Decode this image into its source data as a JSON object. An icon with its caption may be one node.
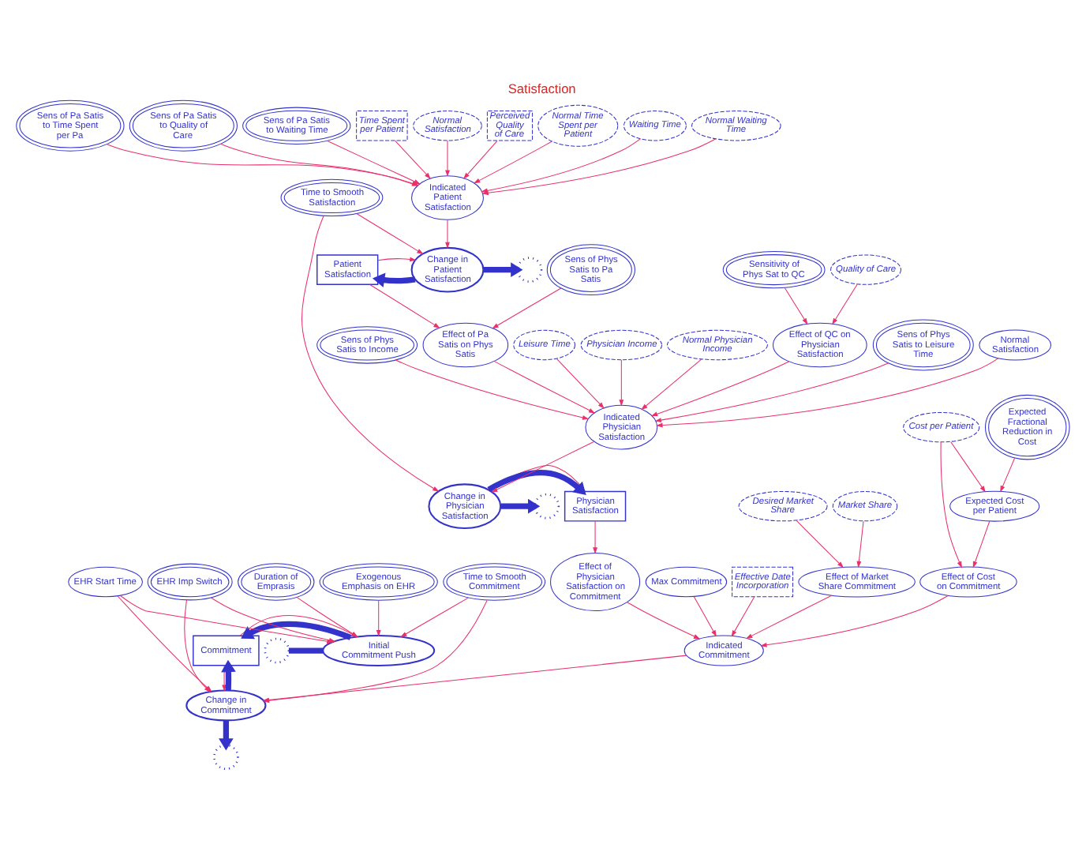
{
  "diagram": {
    "title": "Satisfaction",
    "nodes": [
      {
        "text": [
          "Patient Satisfaction"
        ]
      },
      {
        "text": [
          "Change in Patient Satisfaction"
        ]
      },
      {
        "text": [],
        "shape": "cloud"
      },
      {
        "text": [
          "Sens of Pa Satis to Time Spent per Pa"
        ]
      },
      {
        "text": [
          "Market Share"
        ]
      },
      {
        "text": [
          "Desired Market Share"
        ]
      },
      {
        "text": [
          "Sens of Pa Satis to Quality of Care"
        ]
      },
      {
        "text": [
          "Sens of Pa Satis to Waiting Time"
        ]
      },
      {
        "text": [
          "Time Spent per Patient"
        ]
      },
      {
        "text": [
          "Effect of Market Share Commitment"
        ]
      },
      {
        "text": [
          "Duration of Emprasis"
        ]
      },
      {
        "text": [
          "Time to Smooth Satisfaction"
        ]
      },
      {
        "text": [
          "Indicated Patient Satisfaction"
        ]
      },
      {
        "text": [
          "Normal Satisfaction"
        ]
      },
      {
        "text": [
          "Exogenous Emphasis on EHR"
        ]
      },
      {
        "text": [
          "Perceived Quality of Care"
        ]
      },
      {
        "text": [
          "Normal Time Spent per Patient"
        ]
      },
      {
        "text": [
          "Waiting Time"
        ]
      },
      {
        "text": [
          "Normal Waiting Time"
        ]
      },
      {
        "text": [
          "Max Commitment"
        ]
      },
      {
        "text": [
          "Commitment"
        ]
      },
      {
        "text": [
          "Initial Commitment Push"
        ]
      },
      {
        "text": [],
        "shape": "cloud"
      },
      {
        "text": [
          "Effective Date Incorporation"
        ]
      },
      {
        "text": [
          "Indicated Commitment"
        ]
      },
      {
        "text": [
          "Physician Satisfaction"
        ]
      },
      {
        "text": [
          "Change in Physician Satisfaction"
        ]
      },
      {
        "text": [],
        "shape": "cloud"
      },
      {
        "text": [
          "Effect of Pa Satis on Phys Satis"
        ]
      },
      {
        "text": [
          "Effect of Physician Satisfaction on Commitment"
        ]
      },
      {
        "text": [
          "Change in Commitment"
        ]
      },
      {
        "text": [
          "Time to Smooth Commitment"
        ]
      },
      {
        "text": [
          "EHR Start Time"
        ]
      },
      {
        "text": [],
        "shape": "cloud"
      },
      {
        "text": [
          "Sens of Phys Satis to Leisure Time"
        ]
      },
      {
        "text": [
          "Normal Satisfaction"
        ]
      },
      {
        "text": [
          "Sens of Phys Satis to Pa Satis"
        ]
      },
      {
        "text": [
          "Indicated Physician Satisfaction"
        ]
      },
      {
        "text": [
          "EHR Imp Switch"
        ]
      },
      {
        "text": [
          "Effect of Cost on Commitment"
        ]
      },
      {
        "text": [
          "Sens of Phys Satis to Income"
        ]
      },
      {
        "text": [
          "Effect of QC on Physician Satisfaction"
        ]
      },
      {
        "text": [
          "Expected Cost per Patient"
        ]
      },
      {
        "text": [
          "Sensitivity of Phys Sat to QC"
        ]
      },
      {
        "text": [
          "Leisure Time"
        ]
      },
      {
        "text": [
          "Physician Income"
        ]
      },
      {
        "text": [
          "Normal Physician Income"
        ]
      },
      {
        "text": [
          "Quality of Care"
        ]
      },
      {
        "text": [
          "Cost per Patient"
        ]
      },
      {
        "text": [
          "Expected Fractional Reduction in Cost"
        ]
      }
    ],
    "edges": [
      {
        "from": 1,
        "to": 0,
        "arrow": "to",
        "style": "thick",
        "color": "#3333cc"
      },
      {
        "from": 1,
        "to": 2,
        "arrow": "to",
        "style": "thick",
        "color": "#3333cc"
      },
      {
        "from": 26,
        "to": 25,
        "arrow": "to",
        "style": "thick",
        "color": "#3333cc"
      },
      {
        "from": 26,
        "to": 27,
        "arrow": "to",
        "style": "thick",
        "color": "#3333cc"
      },
      {
        "from": 22,
        "to": 21,
        "arrow": "none",
        "style": "thick",
        "color": "#3333cc"
      },
      {
        "from": 21,
        "to": 20,
        "arrow": "to",
        "style": "thick",
        "color": "#3333cc"
      },
      {
        "from": 30,
        "to": 20,
        "arrow": "to",
        "style": "thick",
        "color": "#3333cc"
      },
      {
        "from": 30,
        "to": 33,
        "arrow": "to",
        "style": "thick",
        "color": "#3333cc"
      },
      {
        "from": 0,
        "to": 1,
        "arrow": "to"
      },
      {
        "from": 11,
        "to": 1,
        "arrow": "to"
      },
      {
        "from": 12,
        "to": 1,
        "arrow": "to"
      },
      {
        "from": 3,
        "to": 12,
        "arrow": "to"
      },
      {
        "from": 6,
        "to": 12,
        "arrow": "to"
      },
      {
        "from": 7,
        "to": 12,
        "arrow": "to"
      },
      {
        "from": 8,
        "to": 12,
        "arrow": "to"
      },
      {
        "from": 13,
        "to": 12,
        "arrow": "to"
      },
      {
        "from": 15,
        "to": 12,
        "arrow": "to"
      },
      {
        "from": 16,
        "to": 12,
        "arrow": "to"
      },
      {
        "from": 17,
        "to": 12,
        "arrow": "to"
      },
      {
        "from": 18,
        "to": 12,
        "arrow": "to"
      },
      {
        "from": 4,
        "to": 9,
        "arrow": "to"
      },
      {
        "from": 5,
        "to": 9,
        "arrow": "to"
      },
      {
        "from": 9,
        "to": 24,
        "arrow": "to"
      },
      {
        "from": 19,
        "to": 24,
        "arrow": "to"
      },
      {
        "from": 23,
        "to": 24,
        "arrow": "to"
      },
      {
        "from": 29,
        "to": 24,
        "arrow": "to"
      },
      {
        "from": 39,
        "to": 24,
        "arrow": "to"
      },
      {
        "from": 24,
        "to": 30,
        "arrow": "to"
      },
      {
        "from": 20,
        "to": 30,
        "arrow": "to"
      },
      {
        "from": 31,
        "to": 30,
        "arrow": "to"
      },
      {
        "from": 32,
        "to": 30,
        "arrow": "to"
      },
      {
        "from": 38,
        "to": 30,
        "arrow": "to"
      },
      {
        "from": 20,
        "to": 21,
        "arrow": "to"
      },
      {
        "from": 31,
        "to": 21,
        "arrow": "to"
      },
      {
        "from": 14,
        "to": 21,
        "arrow": "to"
      },
      {
        "from": 10,
        "to": 21,
        "arrow": "to"
      },
      {
        "from": 32,
        "to": 21,
        "arrow": "to"
      },
      {
        "from": 38,
        "to": 21,
        "arrow": "to"
      },
      {
        "from": 0,
        "to": 28,
        "arrow": "to"
      },
      {
        "from": 11,
        "to": 26,
        "arrow": "to"
      },
      {
        "from": 25,
        "to": 26,
        "arrow": "to"
      },
      {
        "from": 37,
        "to": 26,
        "arrow": "to"
      },
      {
        "from": 25,
        "to": 29,
        "arrow": "to"
      },
      {
        "from": 28,
        "to": 37,
        "arrow": "to"
      },
      {
        "from": 34,
        "to": 37,
        "arrow": "to"
      },
      {
        "from": 35,
        "to": 37,
        "arrow": "to"
      },
      {
        "from": 40,
        "to": 37,
        "arrow": "to"
      },
      {
        "from": 41,
        "to": 37,
        "arrow": "to"
      },
      {
        "from": 44,
        "to": 37,
        "arrow": "to"
      },
      {
        "from": 46,
        "to": 37,
        "arrow": "to"
      },
      {
        "from": 45,
        "to": 37,
        "arrow": "to"
      },
      {
        "from": 36,
        "to": 28,
        "arrow": "to"
      },
      {
        "from": 43,
        "to": 41,
        "arrow": "to"
      },
      {
        "from": 47,
        "to": 41,
        "arrow": "to"
      },
      {
        "from": 48,
        "to": 39,
        "arrow": "to"
      },
      {
        "from": 48,
        "to": 42,
        "arrow": "to"
      },
      {
        "from": 42,
        "to": 39,
        "arrow": "to"
      },
      {
        "from": 49,
        "to": 42,
        "arrow": "to"
      }
    ]
  }
}
